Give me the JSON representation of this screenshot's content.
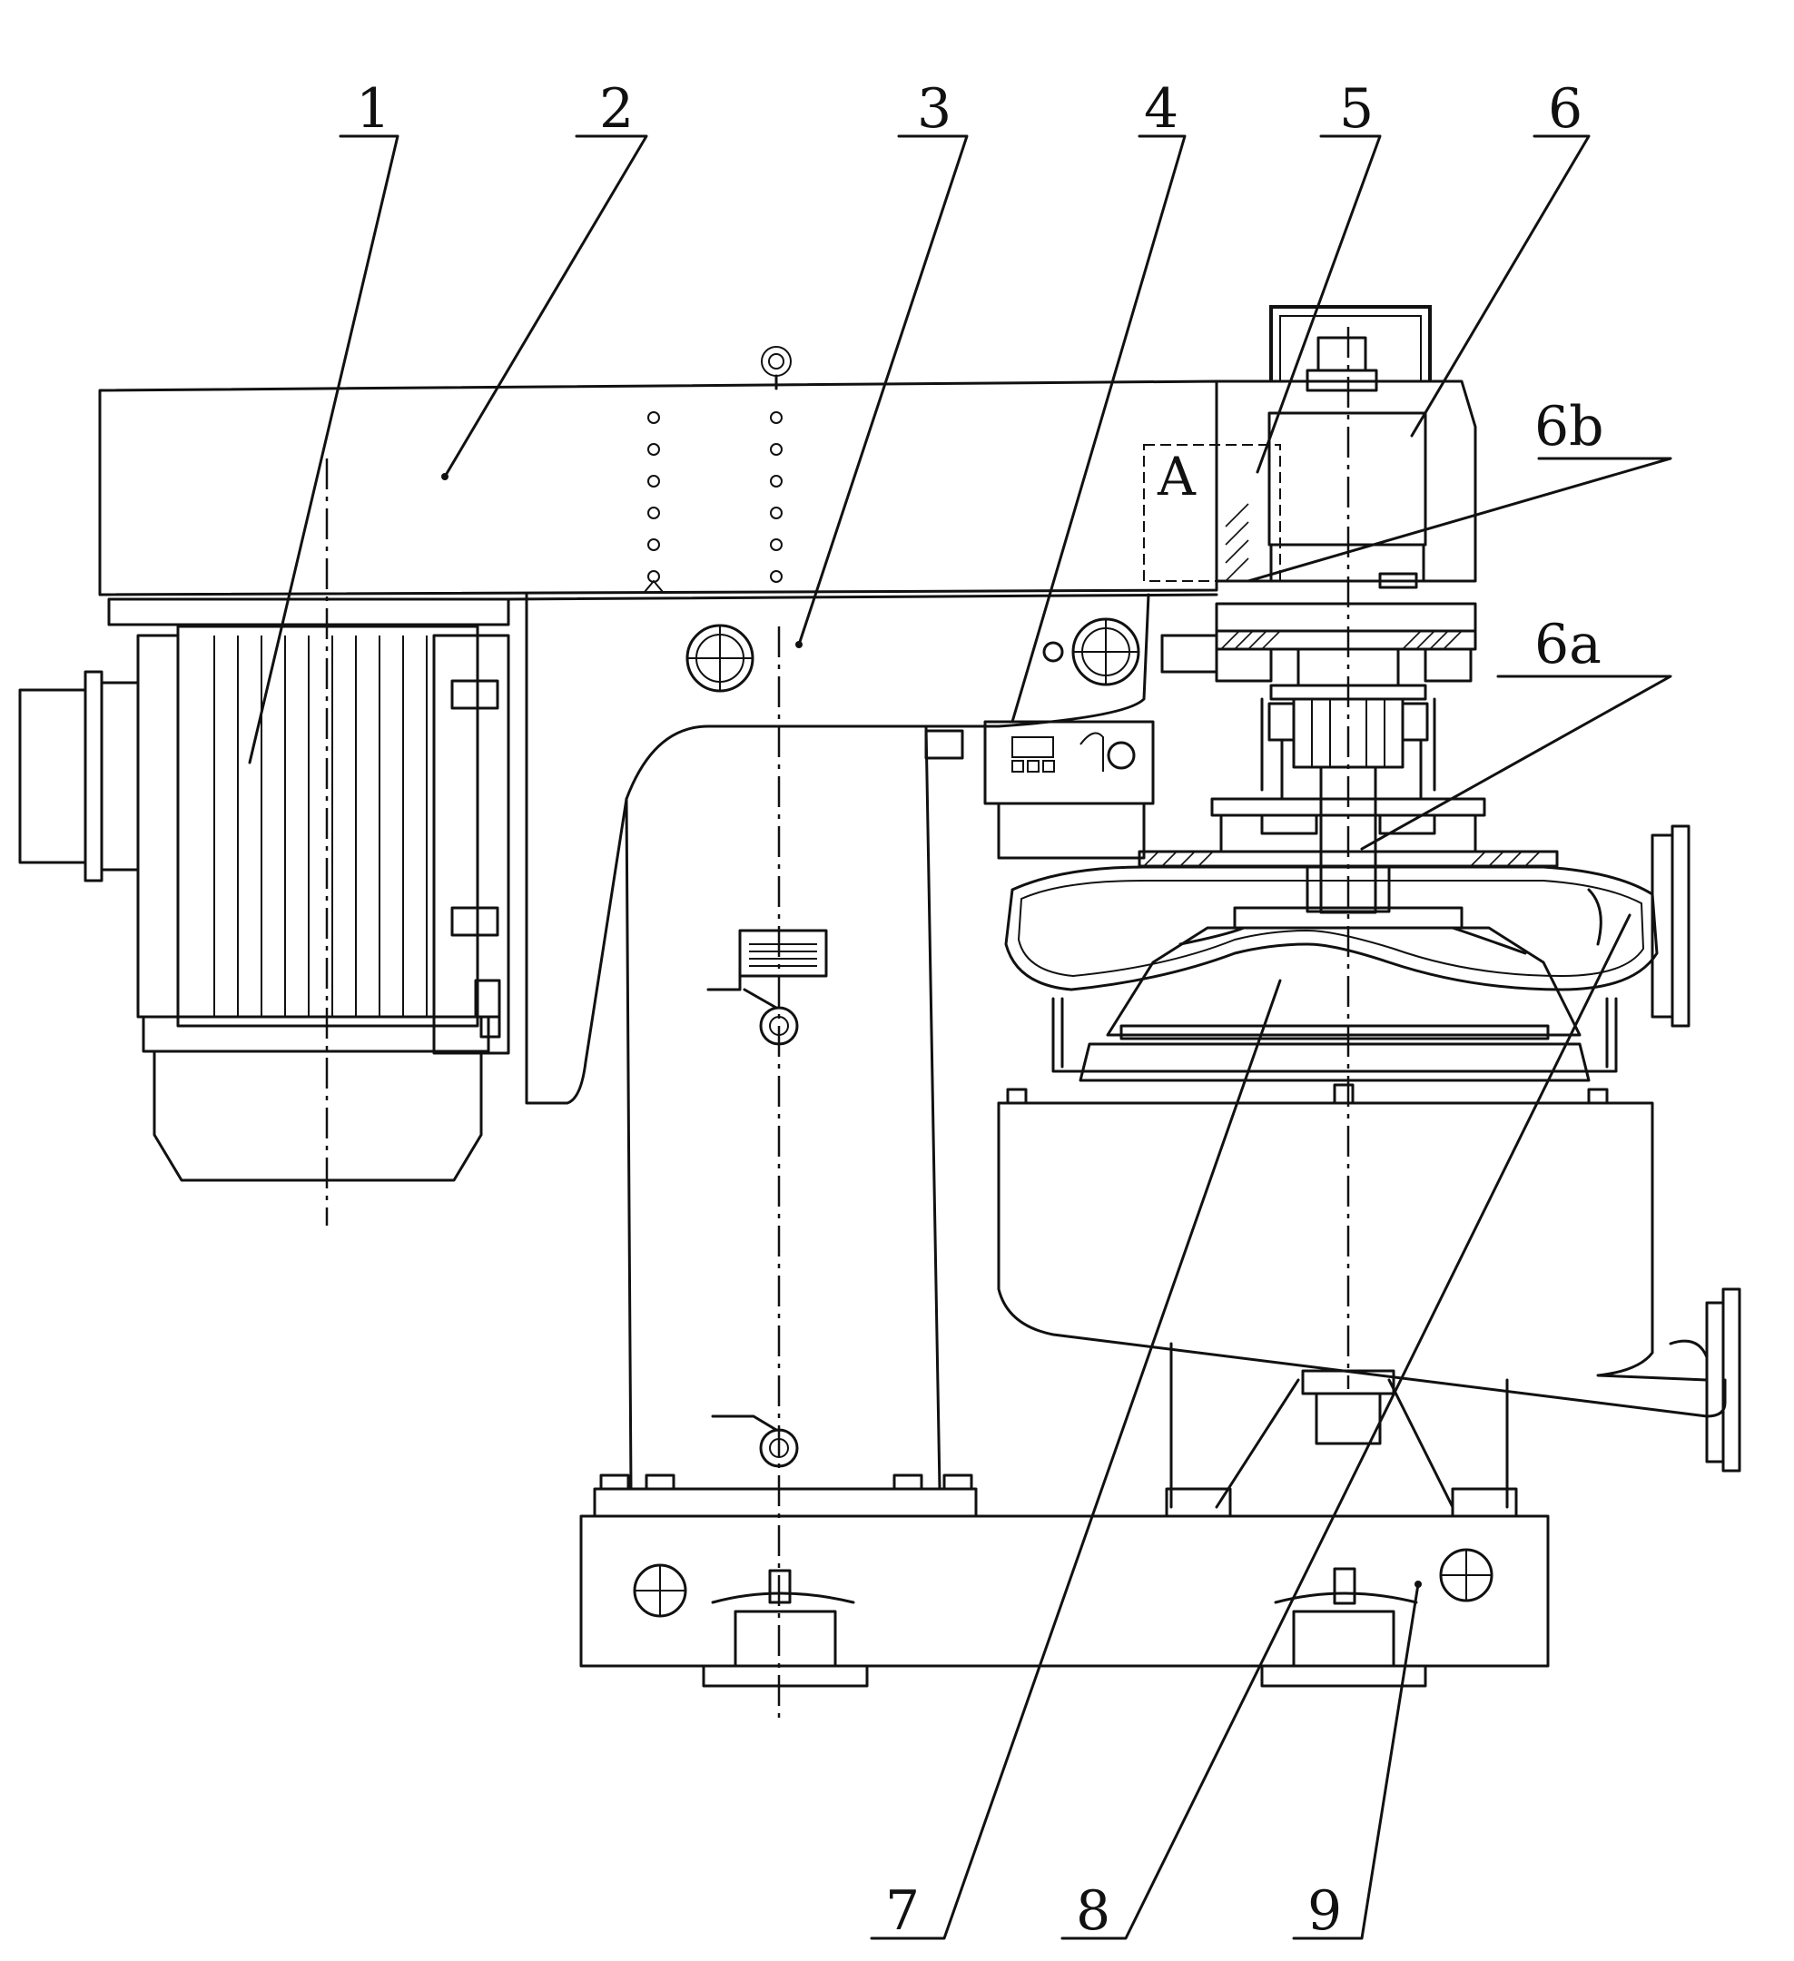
{
  "callouts": [
    "1",
    "2",
    "3",
    "4",
    "5",
    "6",
    "6b",
    "6a",
    "7",
    "8",
    "9"
  ],
  "view_label": "A"
}
